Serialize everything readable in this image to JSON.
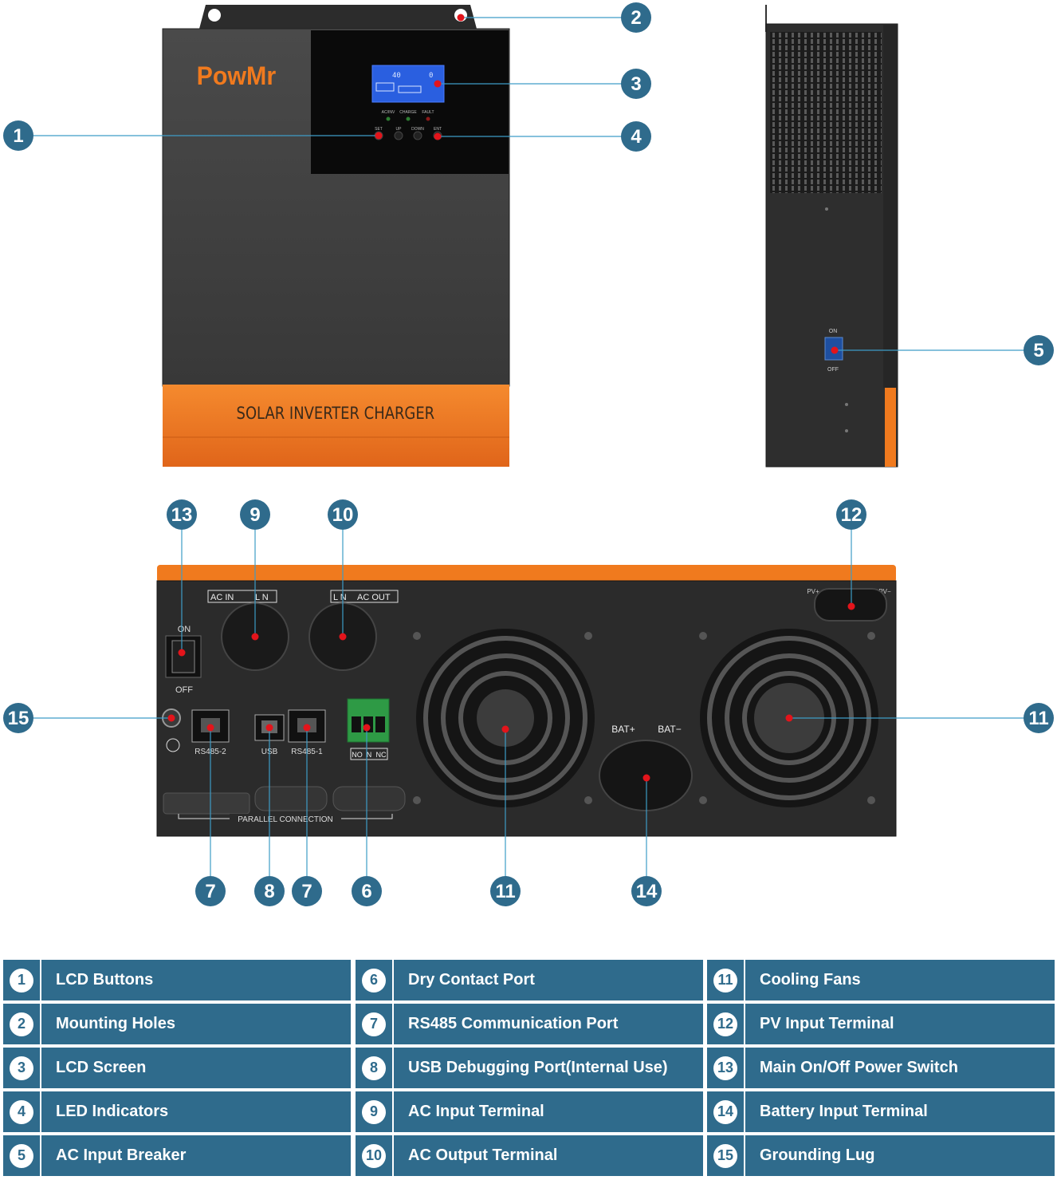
{
  "product": {
    "brand": "PowMr",
    "front_label": "SOLAR INVERTER CHARGER",
    "lcd_indicator_labels": [
      "AC/INV",
      "CHARGE",
      "FAULT"
    ],
    "lcd_button_labels": [
      "SET",
      "UP",
      "DOWN",
      "ENT"
    ],
    "side_switch": {
      "on": "ON",
      "off": "OFF"
    },
    "bottom": {
      "ac_in": "AC IN",
      "ac_out": "AC OUT",
      "switch_on": "ON",
      "switch_off": "OFF",
      "rs485_2": "RS485-2",
      "usb": "USB",
      "rs485_1": "RS485-1",
      "dry_contact": [
        "NO",
        "N",
        "NC"
      ],
      "parallel": "PARALLEL CONNECTION",
      "bat_plus": "BAT+",
      "bat_minus": "BAT−",
      "pv_plus": "PV+",
      "pv_minus": "PV−"
    }
  },
  "callouts": [
    "1",
    "2",
    "3",
    "4",
    "5",
    "6",
    "7",
    "7",
    "8",
    "9",
    "10",
    "11",
    "11",
    "12",
    "13",
    "14",
    "15"
  ],
  "colors": {
    "callout_blue": "#2f6b8c",
    "leader_line": "#3d9cc6",
    "body_orange": "#f07a1e",
    "body_dark": "#3a3a3a",
    "marker_red": "#e3141b"
  },
  "legend": [
    {
      "num": "1",
      "label": "LCD Buttons"
    },
    {
      "num": "2",
      "label": "Mounting Holes"
    },
    {
      "num": "3",
      "label": "LCD Screen"
    },
    {
      "num": "4",
      "label": "LED Indicators"
    },
    {
      "num": "5",
      "label": "AC Input Breaker"
    },
    {
      "num": "6",
      "label": "Dry Contact Port"
    },
    {
      "num": "7",
      "label": "RS485 Communication Port"
    },
    {
      "num": "8",
      "label": "USB Debugging Port(Internal Use)"
    },
    {
      "num": "9",
      "label": "AC Input Terminal"
    },
    {
      "num": "10",
      "label": "AC Output Terminal"
    },
    {
      "num": "11",
      "label": "Cooling Fans"
    },
    {
      "num": "12",
      "label": "PV Input Terminal"
    },
    {
      "num": "13",
      "label": "Main On/Off Power Switch"
    },
    {
      "num": "14",
      "label": "Battery Input Terminal"
    },
    {
      "num": "15",
      "label": "Grounding Lug"
    }
  ]
}
